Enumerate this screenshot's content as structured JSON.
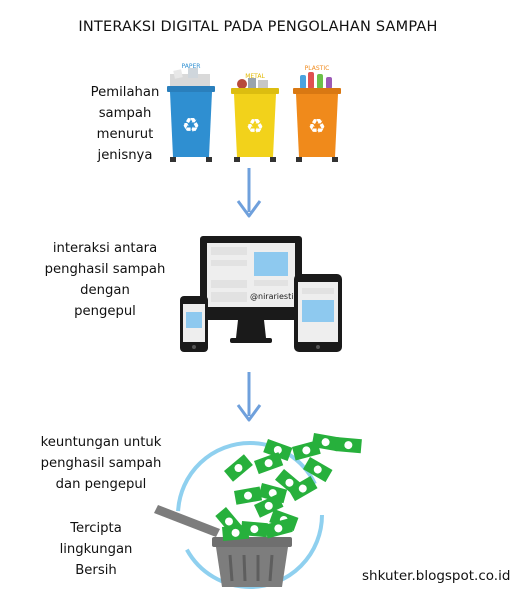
{
  "title": "INTERAKSI DIGITAL PADA PENGOLAHAN SAMPAH",
  "steps": [
    {
      "text_lines": [
        "Pemilahan",
        "sampah",
        "menurut",
        "jenisnya"
      ]
    },
    {
      "text_lines": [
        "interaksi antara",
        "penghasil sampah",
        "dengan",
        "pengepul"
      ]
    },
    {
      "text_lines": [
        "keuntungan untuk",
        "penghasil sampah",
        "dan pengepul"
      ]
    }
  ],
  "result": {
    "text_lines": [
      "Tercipta",
      "lingkungan",
      "Bersih"
    ]
  },
  "bins": [
    {
      "label": "PAPER",
      "color": "#2f8fd1",
      "label_color": "#2f8fd1"
    },
    {
      "label": "METAL",
      "color": "#f2d21b",
      "label_color": "#e1b800"
    },
    {
      "label": "PLASTIC",
      "color": "#f08a1b",
      "label_color": "#f08a1b"
    }
  ],
  "devices": {
    "handle": "@nirariestia"
  },
  "colors": {
    "arrow": "#6fa0dc",
    "money": "#27b03c",
    "circle": "#8fd0ef",
    "bin": "#7d7d7d"
  },
  "footer": "shkuter.blogspot.co.id"
}
